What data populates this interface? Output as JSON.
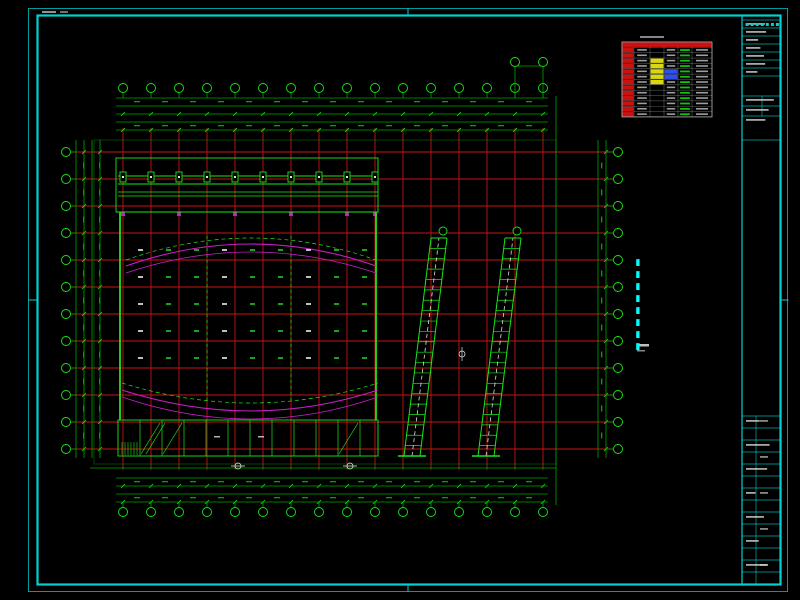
{
  "colors": {
    "background": "#000000",
    "frame_outer": "#009a9a",
    "frame_inner": "#00d2d2",
    "grid_red": "#c81414",
    "dim_green": "#00a400",
    "bright_green": "#1ae61a",
    "magenta": "#c61ec6",
    "cyan_label": "#00ffff",
    "white": "#e0e0e0",
    "cell_red": "#cc1111",
    "cell_yellow": "#d8d811",
    "cell_blue": "#2d50f0",
    "cell_green": "#16c916"
  },
  "plan_label": {
    "glyphs": "▮▮▮▮▮▮▮▮"
  },
  "titleblock": {
    "logo_glyphs": "▪▪▪▪▪▪▪"
  },
  "legend_table": {
    "header_color": "cell_red",
    "matrix": [
      [
        "R",
        "m",
        "",
        "m",
        "G",
        "m"
      ],
      [
        "R",
        "m",
        "",
        "m",
        "G",
        "m"
      ],
      [
        "R",
        "m",
        "Y",
        "m",
        "G",
        "m"
      ],
      [
        "R",
        "m",
        "Y",
        "m",
        "G",
        "m"
      ],
      [
        "R",
        "m",
        "Y",
        "B",
        "G",
        "m"
      ],
      [
        "R",
        "m",
        "Y",
        "B",
        "G",
        "m"
      ],
      [
        "R",
        "m",
        "Y",
        "m",
        "G",
        "m"
      ],
      [
        "R",
        "m",
        "",
        "m",
        "G",
        "m"
      ],
      [
        "R",
        "m",
        "",
        "m",
        "G",
        "m"
      ],
      [
        "R",
        "m",
        "",
        "m",
        "G",
        "m"
      ],
      [
        "R",
        "m",
        "",
        "m",
        "G",
        "m"
      ],
      [
        "R",
        "m",
        "",
        "m",
        "G",
        "m"
      ],
      [
        "R",
        "m",
        "",
        "m",
        "G",
        "m"
      ]
    ]
  }
}
